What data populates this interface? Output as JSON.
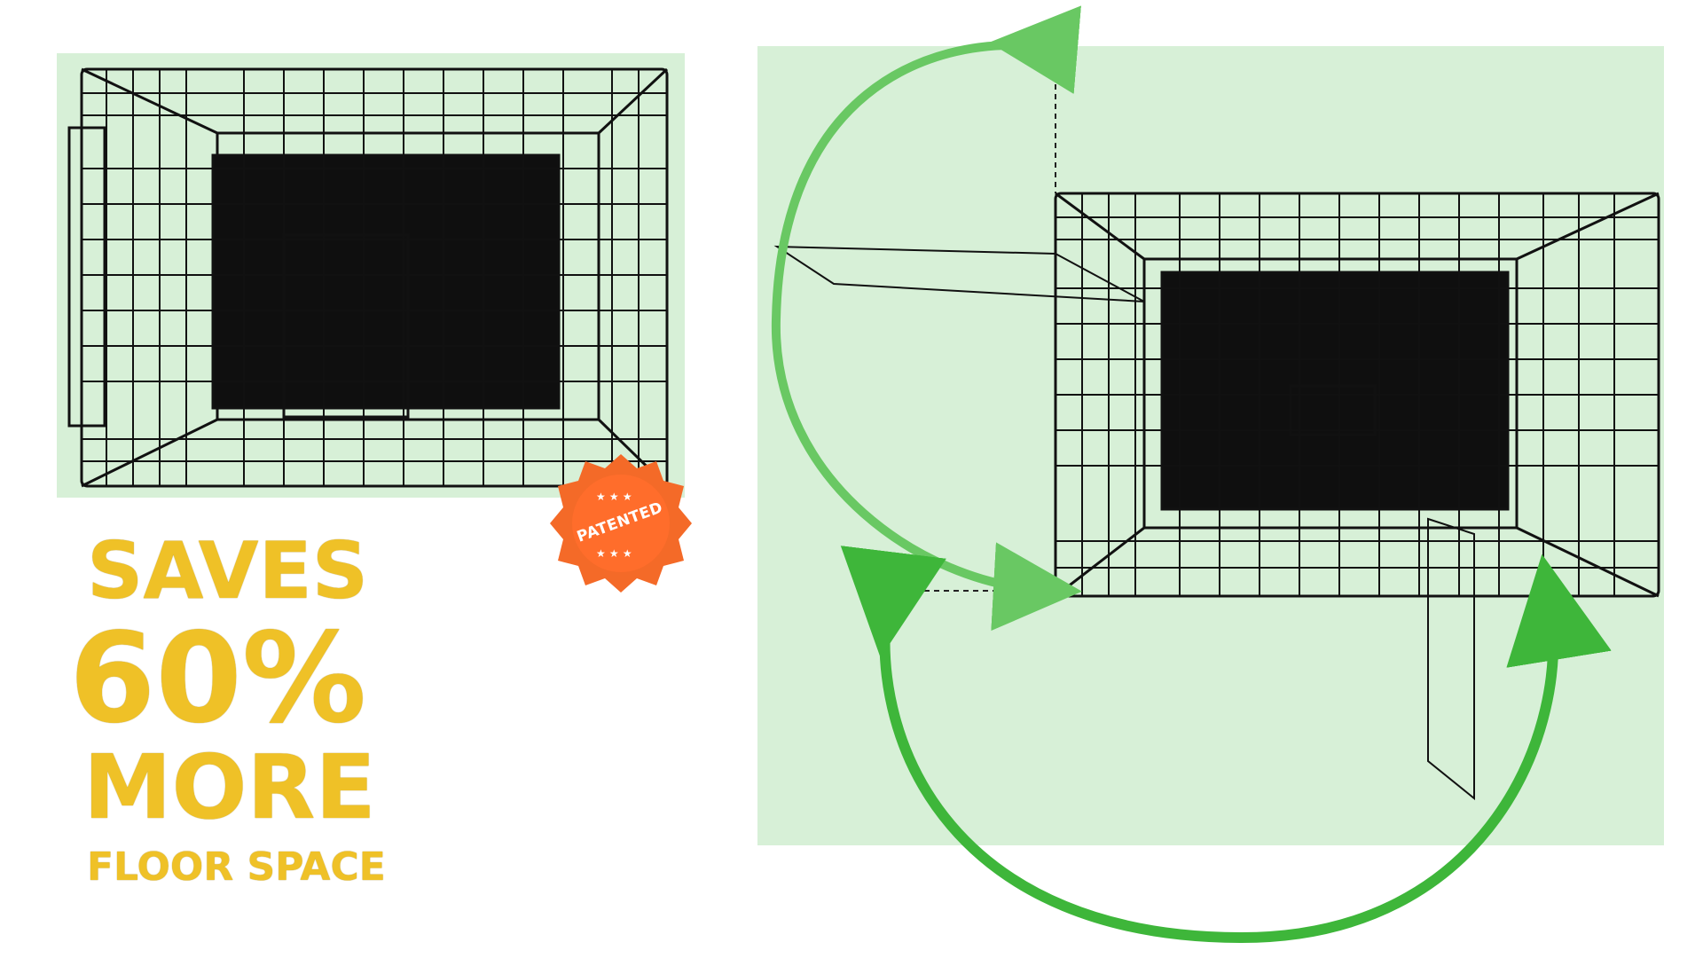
{
  "headline": {
    "line1": "SAVES",
    "line2": "60%",
    "line3": "MORE",
    "line4": "FLOOR SPACE"
  },
  "badge": {
    "label": "PATENTED"
  },
  "colors": {
    "panel_bg": "#d7f0d7",
    "headline_yellow": "#efc127",
    "badge_orange": "#f46a28",
    "arrow_green_light": "#69c863",
    "arrow_green_dark": "#3eb63a",
    "wire_black": "#111111"
  }
}
